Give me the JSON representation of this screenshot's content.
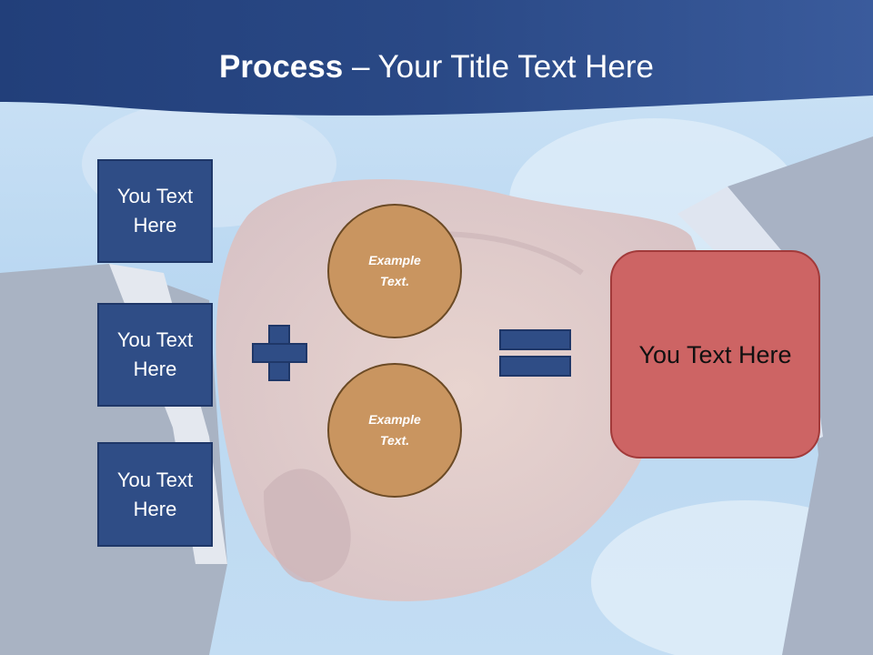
{
  "title": {
    "bold": "Process",
    "rest": " – Your Title Text Here"
  },
  "left_boxes": [
    "You Text Here",
    "You Text Here",
    "You Text Here"
  ],
  "circles": [
    "Example Text.",
    "Example Text."
  ],
  "operators": {
    "plus": "plus-icon",
    "equals": "equals-icon"
  },
  "result_box": "You Text Here",
  "colors": {
    "title_band": "#2c4a85",
    "box_fill": "#2f4d86",
    "circle_fill": "#c99560",
    "result_fill": "#cd6464"
  }
}
